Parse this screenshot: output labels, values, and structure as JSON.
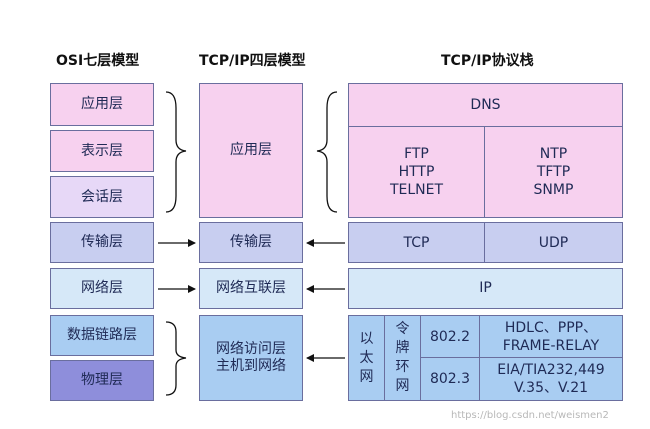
{
  "headers": {
    "osi": "OSI七层模型",
    "tcpip4": "TCP/IP四层模型",
    "stack": "TCP/IP协议栈"
  },
  "osi_layers": [
    "应用层",
    "表示层",
    "会话层",
    "传输层",
    "网络层",
    "数据链路层",
    "物理层"
  ],
  "tcpip_layers": {
    "application": "应用层",
    "transport": "传输层",
    "internet": "网络互联层",
    "access": "网络访问层\n主机到网络"
  },
  "protocols": {
    "dns": "DNS",
    "left_app": "FTP\nHTTP\nTELNET",
    "right_app": "NTP\nTFTP\nSNMP",
    "tcp": "TCP",
    "udp": "UDP",
    "ip": "IP",
    "ethernet": "以\n太\n网",
    "token_ring": "令\n牌\n环\n网",
    "ieee_802_2": "802.2",
    "ieee_802_3": "802.3",
    "hdlc": "HDLC、PPP、\nFRAME-RELAY",
    "eia": "EIA/TIA232,449\nV.35、V.21"
  },
  "colors": {
    "pink": "#f7d1ef",
    "lavender": "#e7d8f7",
    "periwinkle": "#c8cef0",
    "light_blue": "#d6e8f8",
    "blue": "#a9cdf2",
    "purple": "#8e8edb"
  },
  "watermark": "https://blog.csdn.net/weismen2"
}
